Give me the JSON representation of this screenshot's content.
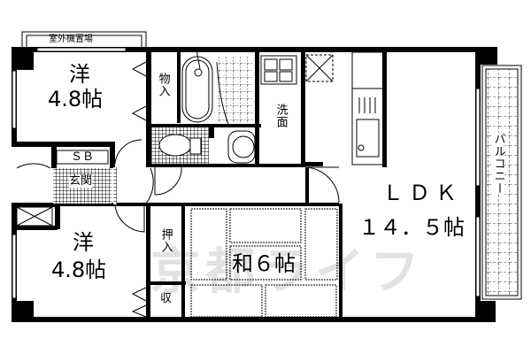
{
  "floorplan": {
    "watermark": "京都ライフ",
    "outdoor_unit_area": "室外機置場",
    "rooms": {
      "western_room_1": {
        "type": "洋",
        "size": "4.8帖"
      },
      "western_room_2": {
        "type": "洋",
        "size": "4.8帖"
      },
      "storage_1": "物入",
      "closet_oshiire": "押入",
      "storage_2": "収",
      "washroom": "洗面",
      "shoe_box": "ＳＢ",
      "entrance": "玄関",
      "japanese_room": "和６帖",
      "ldk": {
        "name": "ＬＤＫ",
        "size": "１４．５帖"
      },
      "balcony": "バルコニー"
    },
    "colors": {
      "wall": "#000000",
      "background": "#ffffff",
      "watermark": "#e2e2e2"
    }
  }
}
